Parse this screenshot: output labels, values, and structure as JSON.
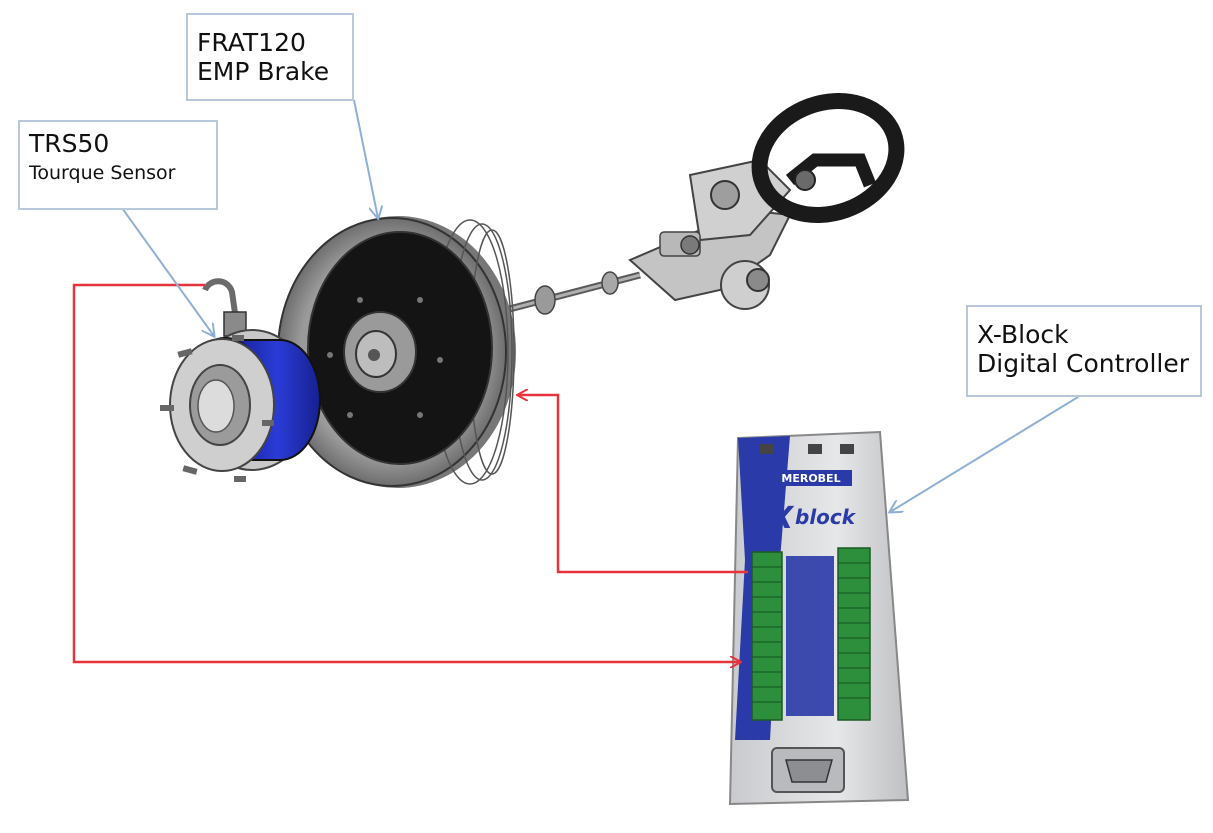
{
  "labels": {
    "brake": {
      "line1": "FRAT120",
      "line2": "EMP Brake"
    },
    "sensor": {
      "line1": "TRS50",
      "line2": "Tourque Sensor"
    },
    "controller": {
      "line1": "X-Block",
      "line2": "Digital Controller"
    }
  },
  "device": {
    "brand": "MEROBEL",
    "product": "block"
  },
  "colors": {
    "wire": "#e8333c",
    "leader": "#8fb0d6",
    "sensor_blue": "#1f2fc0",
    "tire": "#8c8c8c",
    "hub": "#141414",
    "controller_body": "#d9dadc",
    "controller_blue": "#2a3aa8",
    "terminal_green": "#2d8f3c"
  }
}
